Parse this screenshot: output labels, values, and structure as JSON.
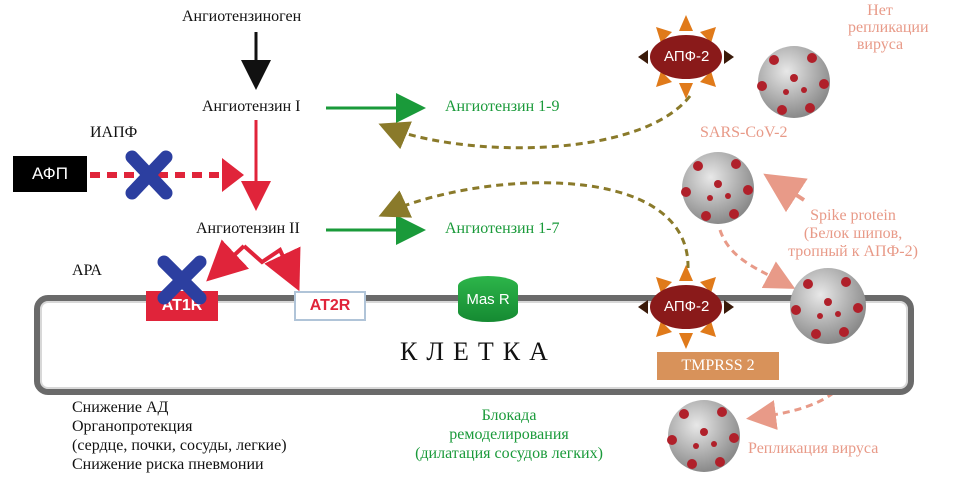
{
  "pathway": {
    "angiotensinogen": "Ангиотензиноген",
    "angiotensin1": "Ангиотензин I",
    "angiotensin2": "Ангиотензин II",
    "angiotensin19": "Ангиотензин 1-9",
    "angiotensin17": "Ангиотензин 1-7"
  },
  "drugs": {
    "iapf": "ИАПФ",
    "afp": "АФП",
    "ara": "АРА"
  },
  "receptors": {
    "at1r": "AT1R",
    "at2r": "AT2R",
    "masr": "Mas R"
  },
  "enzymes": {
    "ace2_top": "АПФ-2",
    "ace2_cell": "АПФ-2",
    "tmprss": "TMPRSS 2"
  },
  "cell": {
    "title": "КЛЕТКА"
  },
  "virus": {
    "no_replication_1": "Нет",
    "no_replication_2": "репликации",
    "no_replication_3": "вируса",
    "sars": "SARS-CoV-2",
    "spike_1": "Spike protein",
    "spike_2": "(Белок шипов,",
    "spike_3": "тропный к АПФ-2)",
    "replication": "Репликация вируса"
  },
  "effects": {
    "line1": "Снижение АД",
    "line2": "Органопротекция",
    "line3": "(сердце, почки, сосуды, легкие)",
    "line4": "Снижение риска пневмонии"
  },
  "blockade": {
    "line1": "Блокада",
    "line2": "ремоделирования",
    "line3": "(дилатация сосудов легких)"
  },
  "colors": {
    "black_arrow": "#111111",
    "red_arrow": "#e0243a",
    "green_arrow": "#1a9a3a",
    "olive_dashed": "#8a7a2a",
    "pink": "#e89a88",
    "blue_x": "#2c3fa0",
    "ace2_body": "#8a1a1a",
    "ace2_spikes": "#e07a1a"
  }
}
